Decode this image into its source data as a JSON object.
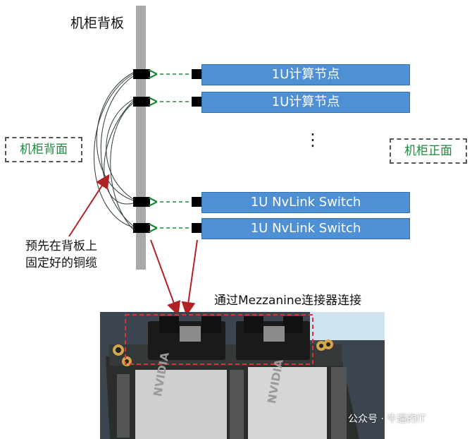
{
  "backplane": {
    "title": "机柜背板"
  },
  "rack_back_label": "机柜背面",
  "rack_front_label": "机柜正面",
  "nodes": [
    {
      "label": "1U计算节点"
    },
    {
      "label": "1U计算节点"
    },
    {
      "label": "1U NvLink Switch"
    },
    {
      "label": "1U NvLink Switch"
    }
  ],
  "ellipsis": "⋮",
  "cable_note": {
    "line1": "预先在背板上",
    "line2": "固定好的铜缆"
  },
  "mezzanine_caption": "通过Mezzanine连接器连接",
  "photo": {
    "brand": "NVIDIA"
  },
  "watermark": "公众号 · 牛逼的IT",
  "colors": {
    "node_fill": "#4f8fd3",
    "backplane": "#a9a9a9",
    "arrow_red": "#c0392b",
    "dash_green": "#1a8a3a"
  }
}
